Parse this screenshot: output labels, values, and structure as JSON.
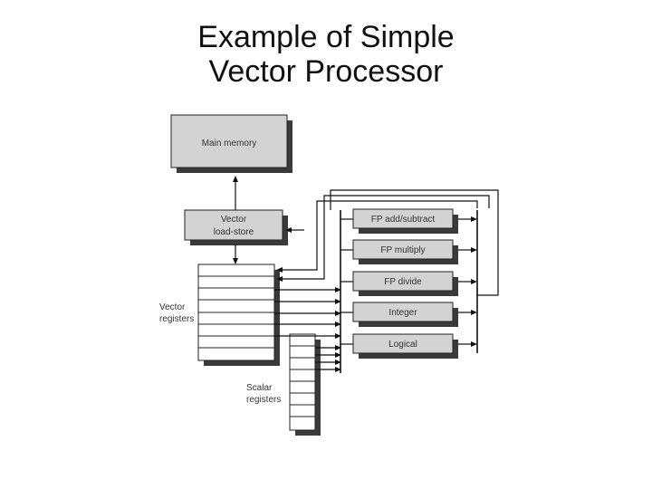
{
  "title": {
    "line1": "Example of Simple",
    "line2": "Vector Processor"
  },
  "diagram": {
    "main_memory": "Main memory",
    "vector_load_store": [
      "Vector",
      "load-store"
    ],
    "functional_units": [
      "FP add/subtract",
      "FP multiply",
      "FP divide",
      "Integer",
      "Logical"
    ],
    "vector_registers": [
      "Vector",
      "registers"
    ],
    "scalar_registers": [
      "Scalar",
      "registers"
    ]
  }
}
